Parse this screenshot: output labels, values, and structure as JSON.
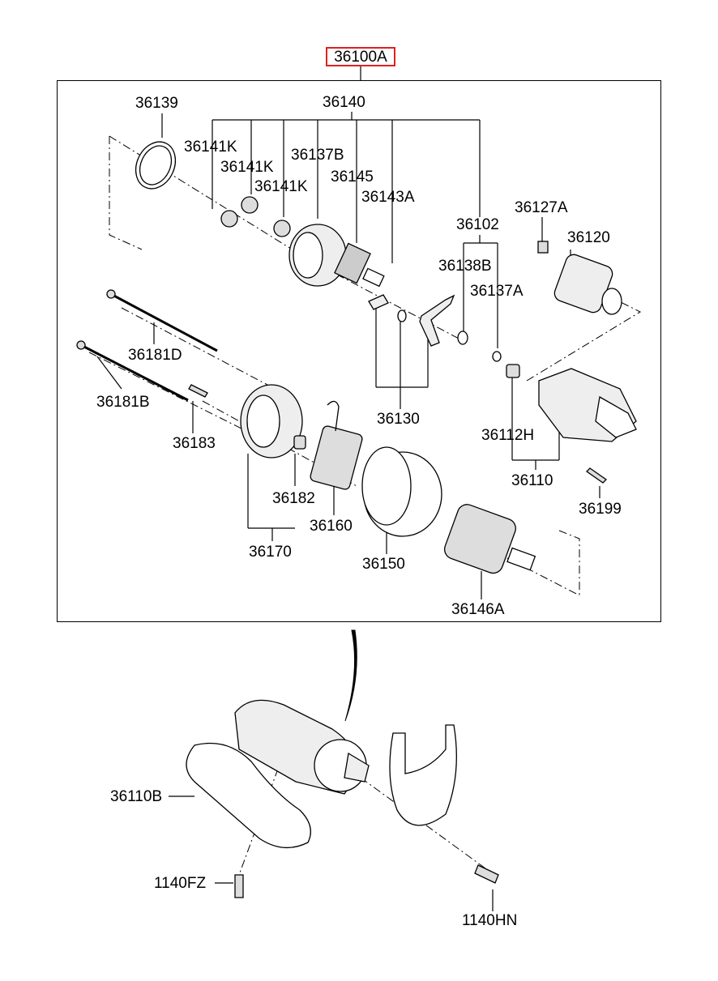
{
  "assembly_label": "36100A",
  "labels": {
    "p36139": "36139",
    "p36140": "36140",
    "p36141K_a": "36141K",
    "p36141K_b": "36141K",
    "p36141K_c": "36141K",
    "p36137B": "36137B",
    "p36145": "36145",
    "p36143A": "36143A",
    "p36102": "36102",
    "p36127A": "36127A",
    "p36120": "36120",
    "p36138B": "36138B",
    "p36137A": "36137A",
    "p36181D": "36181D",
    "p36181B": "36181B",
    "p36183": "36183",
    "p36130": "36130",
    "p36112H": "36112H",
    "p36110": "36110",
    "p36199": "36199",
    "p36182": "36182",
    "p36160": "36160",
    "p36170": "36170",
    "p36150": "36150",
    "p36146A": "36146A",
    "p36110B": "36110B",
    "p1140FZ": "1140FZ",
    "p1140HN": "1140HN"
  }
}
